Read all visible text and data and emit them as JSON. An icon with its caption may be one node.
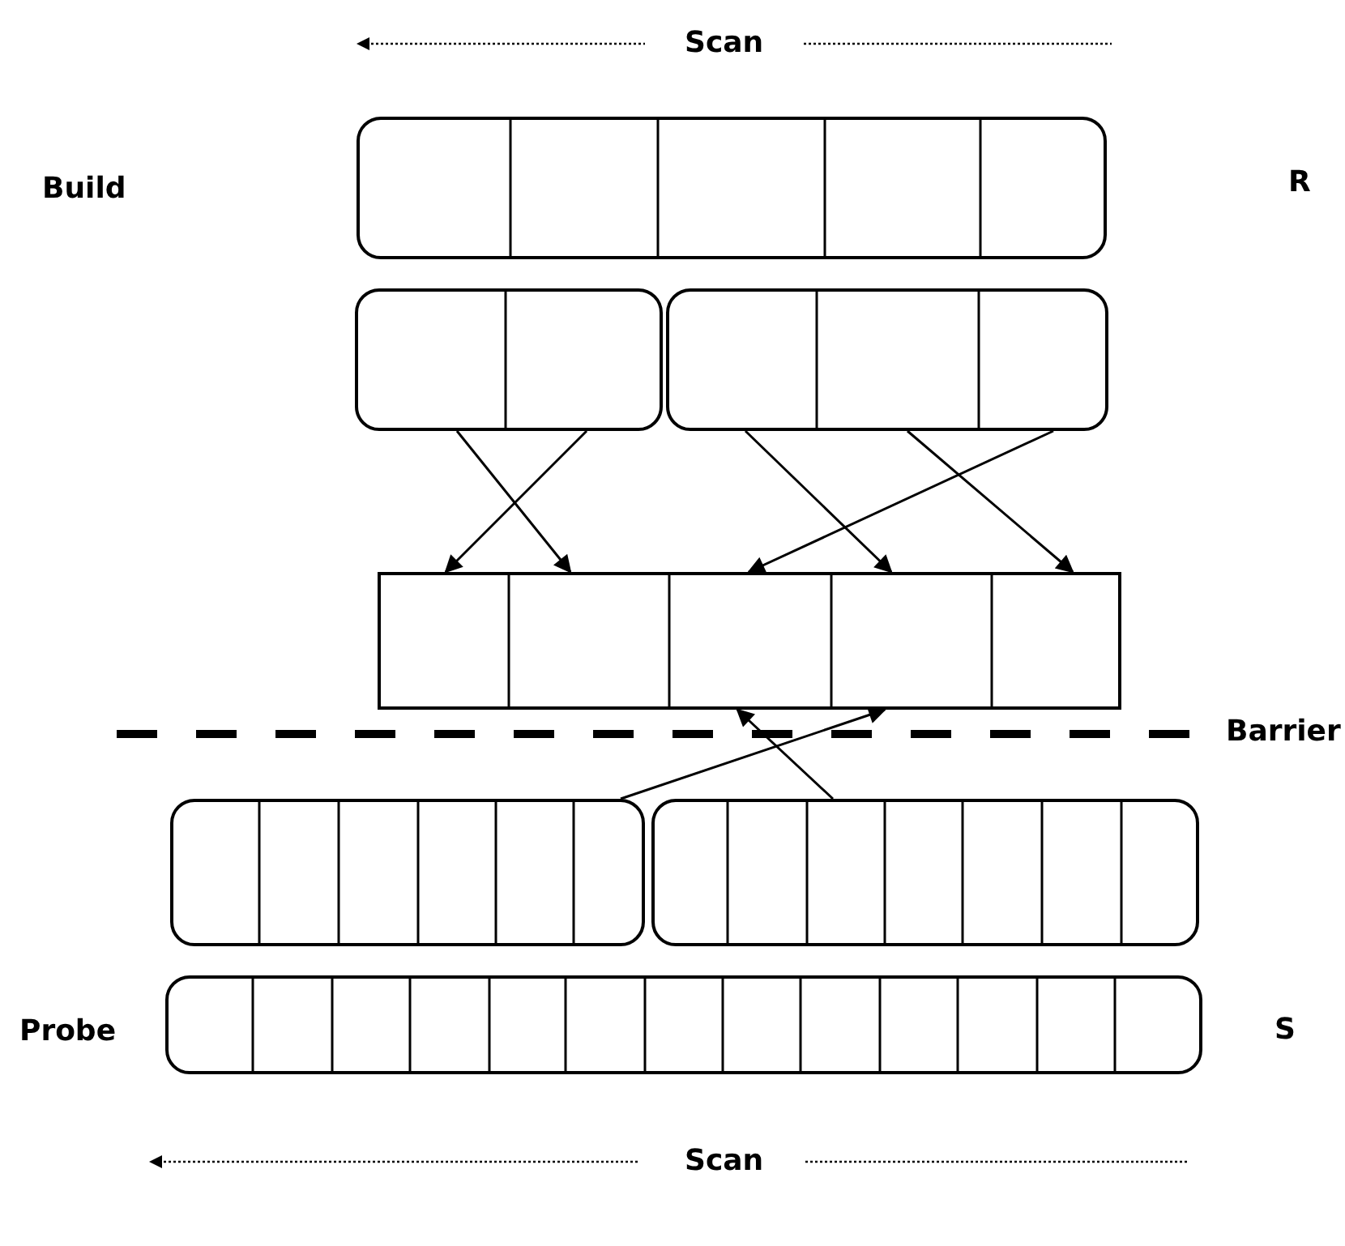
{
  "diagram": {
    "nodes": [
      {
        "text": [],
        "shape": "bar"
      },
      {
        "text": [],
        "shape": "bar"
      },
      {
        "text": [],
        "shape": "bar"
      },
      {
        "text": [],
        "shape": "box"
      },
      {
        "text": [],
        "shape": "bar"
      },
      {
        "text": [],
        "shape": "bar"
      },
      {
        "text": [],
        "shape": "bar"
      }
    ],
    "edges": [
      {
        "from": 1,
        "to": 3,
        "arrow": "to"
      },
      {
        "from": 1,
        "to": 3,
        "arrow": "to"
      },
      {
        "from": 2,
        "to": 3,
        "arrow": "to"
      },
      {
        "from": 2,
        "to": 3,
        "arrow": "to"
      },
      {
        "from": 2,
        "to": 3,
        "arrow": "to"
      },
      {
        "from": 4,
        "to": 3,
        "arrow": "to"
      },
      {
        "from": 5,
        "to": 3,
        "arrow": "to"
      }
    ],
    "labels": [
      "Scan",
      "Build",
      "R",
      "Barrier",
      "Probe",
      "S",
      "Scan"
    ]
  }
}
